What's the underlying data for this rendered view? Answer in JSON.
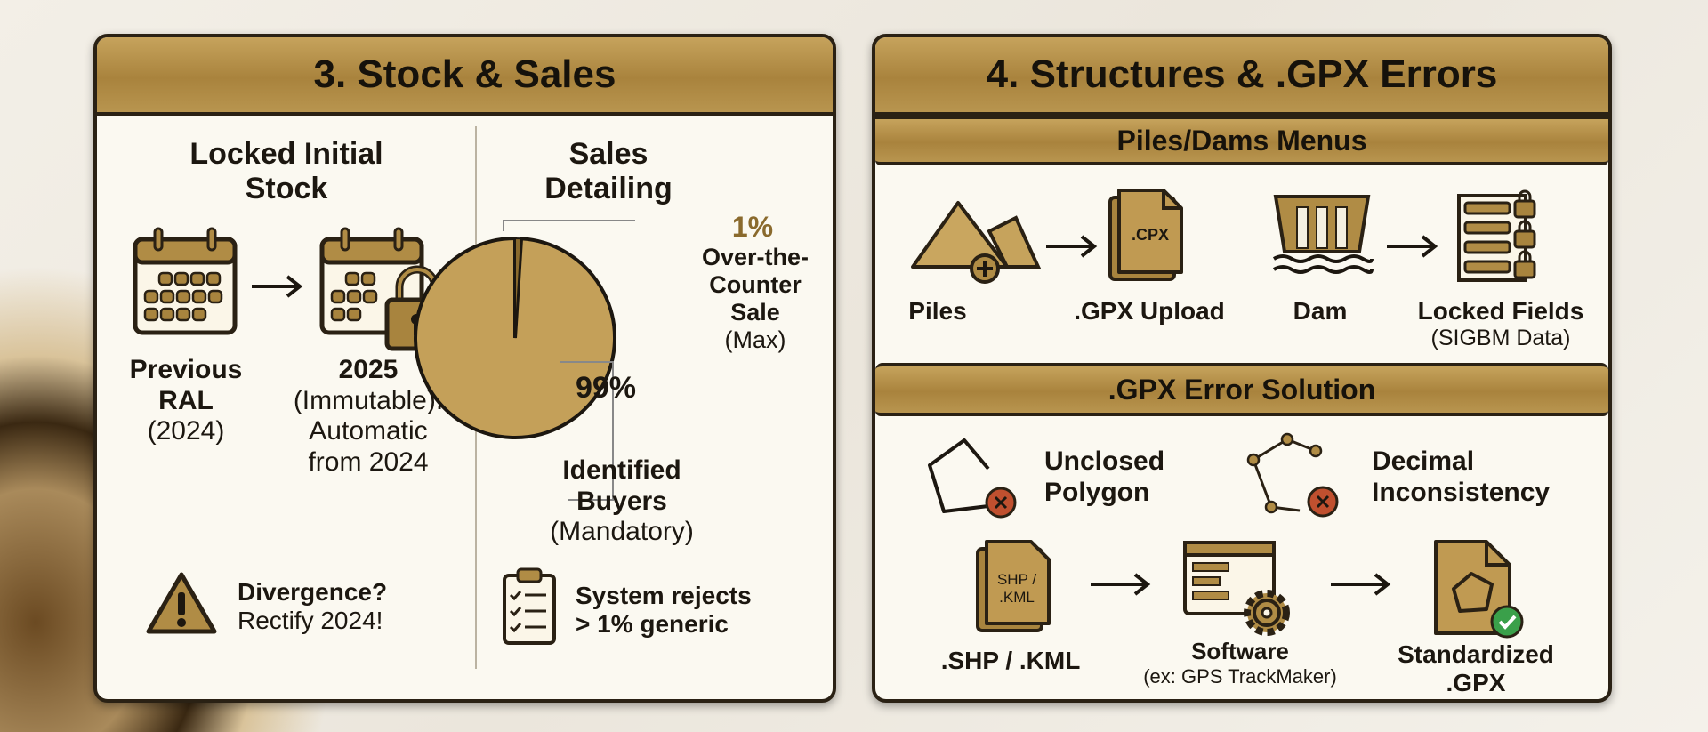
{
  "stock_sales": {
    "title": "3. Stock & Sales",
    "locked": {
      "heading_1": "Locked Initial",
      "heading_2": "Stock",
      "prev_1": "Previous",
      "prev_2": "RAL",
      "prev_3": "(2024)",
      "y_1": "2025",
      "y_2": "(Immutable):",
      "y_3": "Automatic",
      "y_4": "from 2024",
      "warn_1": "Divergence?",
      "warn_2": "Rectify 2024!"
    },
    "sales": {
      "heading_1": "Sales",
      "heading_2": "Detailing",
      "otc_pct": "1%",
      "otc_1": "Over-the-",
      "otc_2": "Counter",
      "otc_3": "Sale",
      "otc_4": "(Max)",
      "buyers_pct": "99%",
      "buyers_1": "Identified",
      "buyers_2": "Buyers",
      "buyers_3": "(Mandatory)",
      "rule_1": "System rejects",
      "rule_2": "> 1% generic"
    },
    "chart_data": {
      "type": "pie",
      "categories": [
        "Over-the-Counter Sale (Max)",
        "Identified Buyers (Mandatory)"
      ],
      "values": [
        1,
        99
      ]
    }
  },
  "structures": {
    "title": "4. Structures & .GPX Errors",
    "menus": {
      "title": "Piles/Dams Menus",
      "piles": "Piles",
      "gpx_upload": ".GPX Upload",
      "gpx_icon_text": ".CPX",
      "dam": "Dam",
      "locked": "Locked Fields",
      "locked_sub": "(SIGBM Data)"
    },
    "errors": {
      "title": ".GPX Error Solution",
      "unclosed_1": "Unclosed",
      "unclosed_2": "Polygon",
      "decimal_1": "Decimal",
      "decimal_2": "Inconsistency",
      "shp_icon_1": "SHP /",
      "shp_icon_2": ".KML",
      "shp": ".SHP / .KML",
      "software": "Software",
      "software_sub": "(ex: GPS TrackMaker)",
      "std_1": "Standardized",
      "std_2": ".GPX"
    }
  },
  "colors": {
    "gold": "#b08c45",
    "dark": "#2a2114",
    "error": "#c0502f",
    "ok": "#3aa04a"
  }
}
